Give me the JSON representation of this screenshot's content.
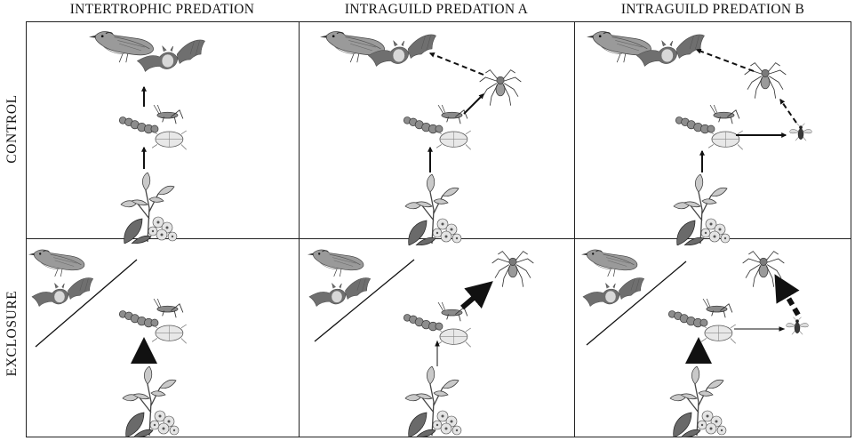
{
  "columns": [
    {
      "title": "INTERTROPHIC PREDATION"
    },
    {
      "title": "INTRAGUILD PREDATION A"
    },
    {
      "title": "INTRAGUILD PREDATION B"
    }
  ],
  "rows": [
    {
      "title": "CONTROL"
    },
    {
      "title": "EXCLOSURE"
    }
  ],
  "organisms": {
    "vertebrate_predators": [
      "bird",
      "bat"
    ],
    "herbivores": [
      "caterpillar",
      "grasshopper",
      "leaf-beetle"
    ],
    "spider": "spider",
    "parasitoid": "wasp",
    "plant": "flowering-plant"
  },
  "panels": [
    {
      "row": "CONTROL",
      "col": "INTERTROPHIC PREDATION",
      "vertebrates": "present",
      "arrows": [
        {
          "from": "plant",
          "to": "herbivores",
          "style": "solid",
          "weight": "thin"
        },
        {
          "from": "herbivores",
          "to": "vertebrates",
          "style": "solid",
          "weight": "thin"
        }
      ]
    },
    {
      "row": "CONTROL",
      "col": "INTRAGUILD PREDATION A",
      "vertebrates": "present",
      "arrows": [
        {
          "from": "plant",
          "to": "herbivores",
          "style": "solid",
          "weight": "thin"
        },
        {
          "from": "herbivores",
          "to": "spider",
          "style": "solid",
          "weight": "thin"
        },
        {
          "from": "spider",
          "to": "vertebrates",
          "style": "dashed",
          "weight": "thin"
        }
      ]
    },
    {
      "row": "CONTROL",
      "col": "INTRAGUILD PREDATION B",
      "vertebrates": "present",
      "arrows": [
        {
          "from": "plant",
          "to": "herbivores",
          "style": "solid",
          "weight": "thin"
        },
        {
          "from": "herbivores",
          "to": "parasitoid",
          "style": "solid",
          "weight": "thin"
        },
        {
          "from": "parasitoid",
          "to": "spider",
          "style": "dashed",
          "weight": "thin"
        },
        {
          "from": "spider",
          "to": "vertebrates",
          "style": "dashed",
          "weight": "thin"
        }
      ]
    },
    {
      "row": "EXCLOSURE",
      "col": "INTERTROPHIC PREDATION",
      "vertebrates": "excluded",
      "arrows": [
        {
          "from": "plant",
          "to": "herbivores",
          "style": "solid",
          "weight": "thick"
        }
      ]
    },
    {
      "row": "EXCLOSURE",
      "col": "INTRAGUILD PREDATION A",
      "vertebrates": "excluded",
      "arrows": [
        {
          "from": "plant",
          "to": "herbivores",
          "style": "solid",
          "weight": "hairline"
        },
        {
          "from": "herbivores",
          "to": "spider",
          "style": "solid",
          "weight": "thick"
        }
      ]
    },
    {
      "row": "EXCLOSURE",
      "col": "INTRAGUILD PREDATION B",
      "vertebrates": "excluded",
      "arrows": [
        {
          "from": "plant",
          "to": "herbivores",
          "style": "solid",
          "weight": "thick"
        },
        {
          "from": "herbivores",
          "to": "parasitoid",
          "style": "solid",
          "weight": "hairline"
        },
        {
          "from": "parasitoid",
          "to": "spider",
          "style": "dashed",
          "weight": "thick"
        }
      ]
    }
  ],
  "colors": {
    "line": "#111111",
    "silhouette": "#6f6f6f",
    "sketch": "#8a8a8a",
    "background": "#ffffff"
  }
}
